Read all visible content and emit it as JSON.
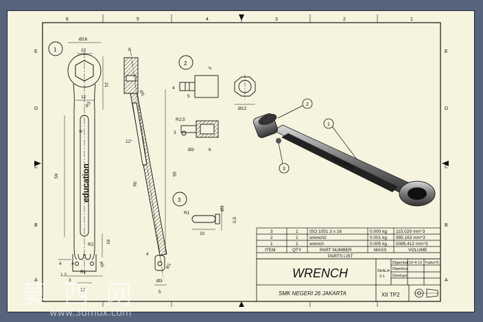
{
  "sheet": {
    "zone_numbers_top": [
      "6",
      "5",
      "4",
      "3",
      "2",
      "1"
    ],
    "zone_letters_left": [
      "E",
      "D",
      "C",
      "B",
      "A"
    ],
    "zone_letters_right": [
      "E",
      "D",
      "C",
      "B",
      "A"
    ]
  },
  "balloons": {
    "main_wrench": "1",
    "socket": "2",
    "pin": "3",
    "iso_1": "1",
    "iso_2": "2",
    "iso_3": "3"
  },
  "dimensions": {
    "d16": "Ø16",
    "w10": "10",
    "h21": "21",
    "w12": "12",
    "r3": "R3",
    "h6": "6",
    "h59": "59",
    "h16": "16",
    "r2": "R2",
    "r5": "R5",
    "w4a": "4",
    "w4b": "4",
    "w12b": "12",
    "w1_2": "1,2",
    "w3": "3",
    "r1": "R1",
    "side_8": "8",
    "side_r5": "R5",
    "side_12": "12°",
    "side_95": "95",
    "side_60": "60",
    "side_r1": "R1",
    "side_d3": "Ø3",
    "side_5": "5",
    "side_4": "4",
    "sock_r25": "R2,5",
    "sock_4": "4",
    "sock_5": "5",
    "sock_3": "3",
    "sock_d3": "Ø3",
    "sock_6": "6",
    "sock_3b": "3",
    "sock_d12": "Ø12",
    "pin_r1": "R1",
    "pin_10": "10",
    "pin_d3": "Ø3",
    "pin_05": "0,5"
  },
  "part_text": "education",
  "parts_list": {
    "rows": [
      {
        "item": "3",
        "qty": "1",
        "part": "ISO 1051 3 x 16",
        "mass": "0.000 kg",
        "volume": "115.029 mm^3"
      },
      {
        "item": "2",
        "qty": "1",
        "part": "wrench2",
        "mass": "0.001 kg",
        "volume": "995.163 mm^3"
      },
      {
        "item": "1",
        "qty": "1",
        "part": "wrench",
        "mass": "0.005 kg",
        "volume": "5085.412 mm^3"
      }
    ],
    "headers": {
      "item": "ITEM",
      "qty": "QTY",
      "part": "PART NUMBER",
      "mass": "MASS",
      "volume": "VOLUME"
    },
    "caption": "PARTS LIST"
  },
  "title_block": {
    "title": "WRENCH",
    "school": "SMK NEGERI 26 JAKARTA",
    "class": "XII TP2",
    "skala_label": "SKALA",
    "skala_value": "2:1",
    "digambar_label": "Digambar",
    "digambar_date": "10-4-13",
    "digambar_name": "Fadul R.",
    "diperiksa_label": "Diperiksa",
    "disetujui_label": "Disetujui"
  },
  "watermark": {
    "cn": "莫 西 网",
    "url": "www.3dmox.com"
  },
  "colors": {
    "background": "#56647c",
    "sheet": "#f6f4df",
    "line": "#111111",
    "hatch": "#333333"
  }
}
